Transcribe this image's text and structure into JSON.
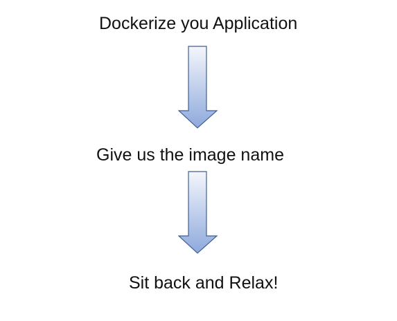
{
  "diagram": {
    "steps": [
      {
        "label": "Dockerize you Application"
      },
      {
        "label": "Give us the image name"
      },
      {
        "label": "Sit back and Relax!"
      }
    ],
    "arrow_colors": {
      "top": "#f4f6fc",
      "bottom": "#8ea9dc",
      "stroke": "#3f5f94"
    }
  }
}
